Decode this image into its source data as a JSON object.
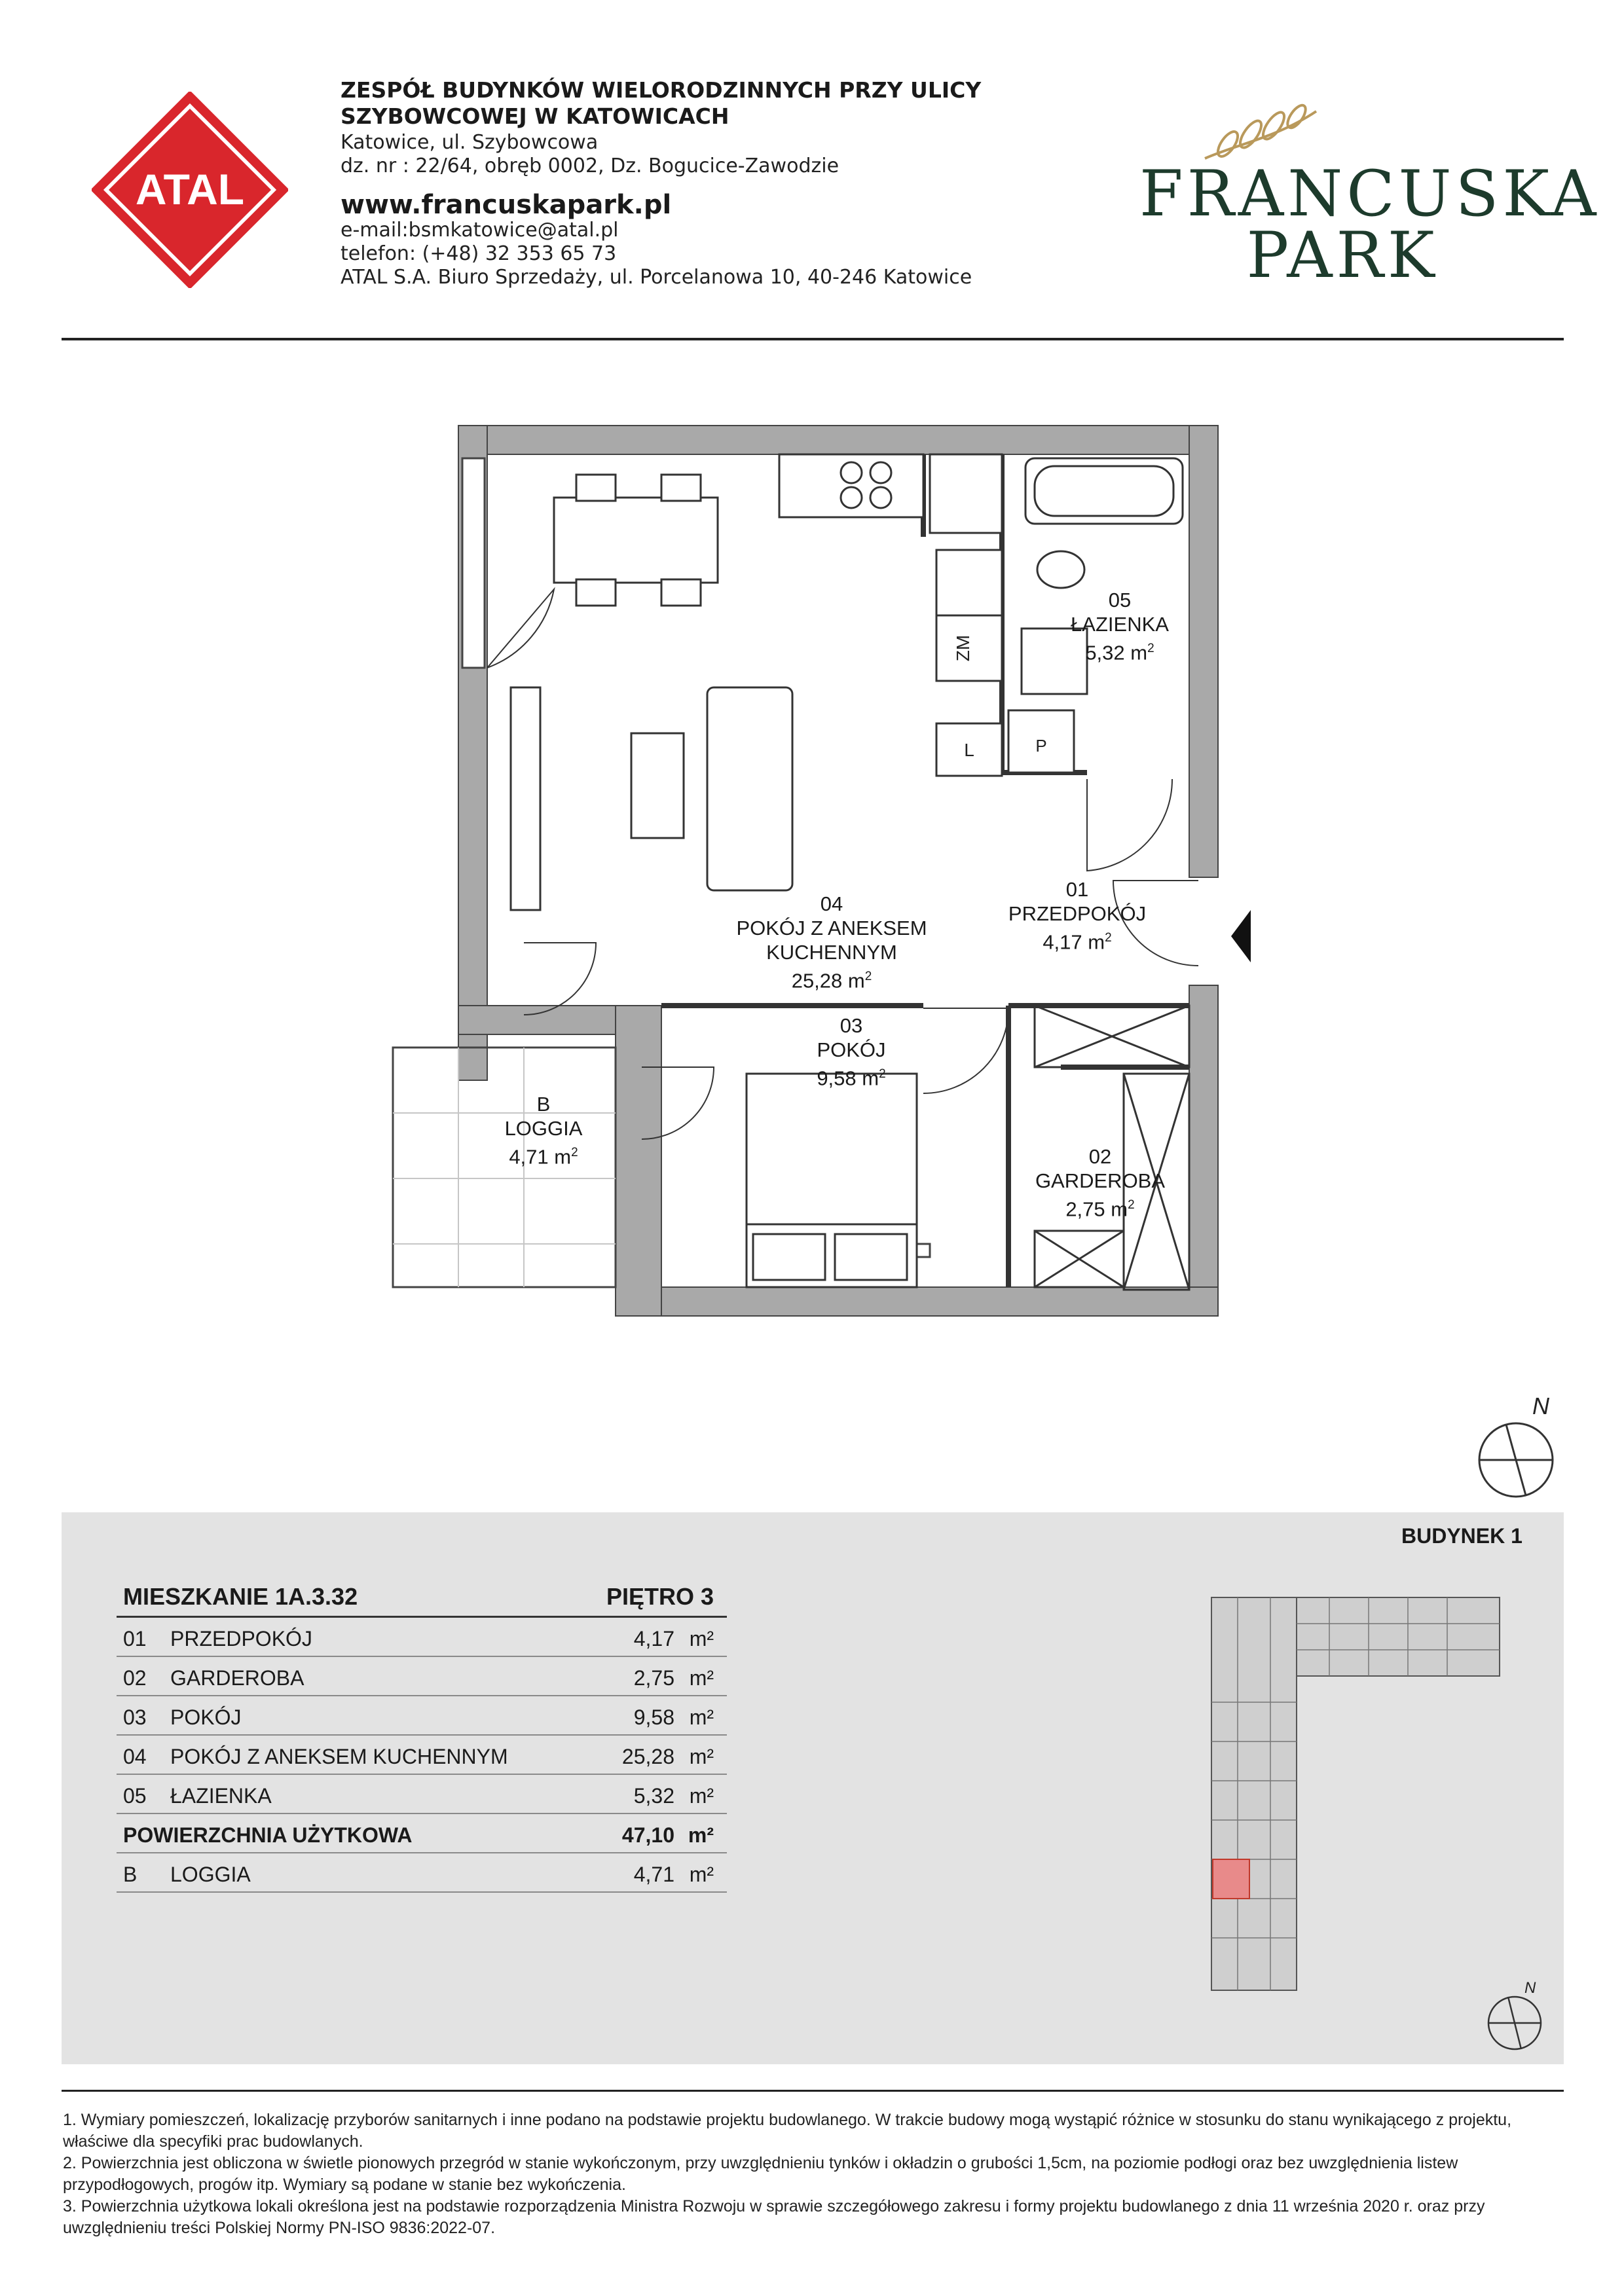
{
  "header": {
    "logo_text": "ATAL",
    "title_line1": "ZESPÓŁ BUDYNKÓW WIELORODZINNYCH PRZY ULICY",
    "title_line2": "SZYBOWCOWEJ W KATOWICACH",
    "address": "Katowice, ul. Szybowcowa",
    "plot": "dz. nr : 22/64, obręb 0002, Dz. Bogucice-Zawodzie",
    "website": "www.francuskapark.pl",
    "email": "e-mail:bsmkatowice@atal.pl",
    "phone": "telefon: (+48) 32 353 65 73",
    "office": "ATAL S.A. Biuro Sprzedaży, ul. Porcelanowa 10, 40-246 Katowice"
  },
  "brand": {
    "line1": "FRANCUSKA",
    "line2": "PARK",
    "color": "#1d3b2c"
  },
  "plan": {
    "rooms": [
      {
        "no": "05",
        "name": "ŁAZIENKA",
        "area": "5,32 m"
      },
      {
        "no": "01",
        "name": "PRZEDPOKÓJ",
        "area": "4,17 m"
      },
      {
        "no": "04",
        "name_line1": "POKÓJ Z ANEKSEM",
        "name_line2": "KUCHENNYM",
        "area": "25,28 m"
      },
      {
        "no": "03",
        "name": "POKÓJ",
        "area": "9,58 m"
      },
      {
        "no": "02",
        "name": "GARDEROBA",
        "area": "2,75 m"
      },
      {
        "no": "B",
        "name": "LOGGIA",
        "area": "4,71 m"
      }
    ],
    "area_sup": "2",
    "fixture_labels": {
      "zm": "ZM",
      "l": "L",
      "p": "P"
    }
  },
  "compass": {
    "label": "N"
  },
  "building_label": "BUDYNEK 1",
  "table": {
    "title": "MIESZKANIE 1A.3.32",
    "floor": "PIĘTRO 3",
    "unit": "m²",
    "rows": [
      {
        "no": "01",
        "name": "PRZEDPOKÓJ",
        "area": "4,17"
      },
      {
        "no": "02",
        "name": "GARDEROBA",
        "area": "2,75"
      },
      {
        "no": "03",
        "name": "POKÓJ",
        "area": "9,58"
      },
      {
        "no": "04",
        "name": "POKÓJ Z ANEKSEM KUCHENNYM",
        "area": "25,28"
      },
      {
        "no": "05",
        "name": "ŁAZIENKA",
        "area": "5,32"
      }
    ],
    "total": {
      "name": "POWIERZCHNIA UŻYTKOWA",
      "area": "47,10"
    },
    "extra": {
      "no": "B",
      "name": "LOGGIA",
      "area": "4,71"
    }
  },
  "footnotes": {
    "n1_a": "1.  Wymiary pomieszczeń, lokalizację przyborów sanitarnych i inne podano na podstawie projektu budowlanego. W trakcie budowy mogą wystąpić różnice w stosunku do stanu wynikającego z projektu,",
    "n1_b": "właściwe dla specyfiki prac budowlanych.",
    "n2_a": "2.  Powierzchnia jest obliczona w świetle pionowych przegród w stanie wykończonym, przy uwzględnieniu tynków i okładzin o grubości 1,5cm, na poziomie podłogi oraz bez uwzględnienia listew",
    "n2_b": "przypodłogowych, progów itp. Wymiary są podane w stanie bez wykończenia.",
    "n3_a": "3.  Powierzchnia użytkowa lokali określona jest na podstawie rozporządzenia Ministra Rozwoju w sprawie szczegółowego zakresu i formy projektu budowlanego z dnia 11 września 2020 r. oraz przy",
    "n3_b": "uwzględnieniu treści Polskiej Normy PN-ISO 9836:2022-07."
  }
}
